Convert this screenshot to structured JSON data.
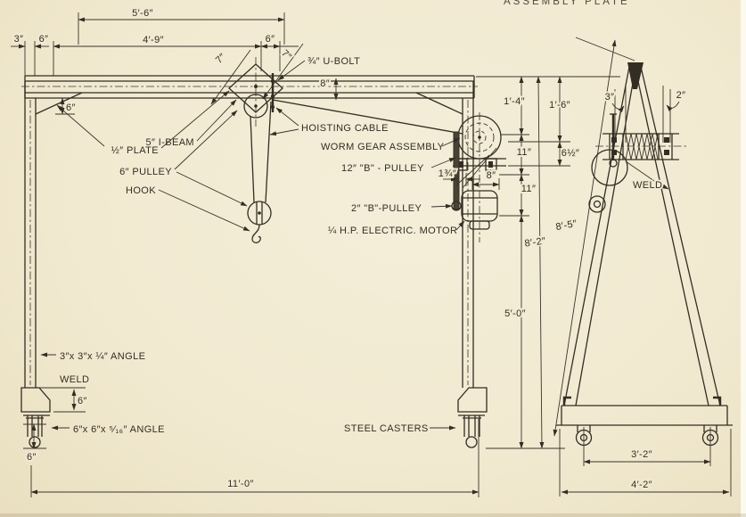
{
  "colors": {
    "paper": "#f1ead1",
    "ink": "#332d24"
  },
  "header": {
    "partial_title": "ASSEMBLY PLATE"
  },
  "front_view": {
    "dim_span": "5′-6″",
    "dim_3": "3″",
    "dim_6a": "6″",
    "dim_4_9": "4′-9″",
    "dim_6b": "6″",
    "dim_7a": "7″",
    "dim_7b": "7″",
    "dim_8a": "8″",
    "dim_gusset": "6″",
    "label_ubolt": "¾″ U-BOLT",
    "label_ibeam": "5″ I-BEAM",
    "label_plate": "½″ PLATE",
    "label_pulley6": "6″ PULLEY",
    "label_hook": "HOOK",
    "label_cable": "HOISTING CABLE",
    "label_worm": "WORM GEAR ASSEMBLY",
    "label_pulley12": "12″ \"B\" - PULLEY",
    "dim_1_34": "1¾″",
    "dim_8b": "8″",
    "label_pulley2": "2″ \"B\"-PULLEY",
    "label_motor": "¼ H.P. ELECTRIC. MOTOR",
    "dim_h1": "1′-4″",
    "dim_h2": "11″",
    "dim_h3": "11″",
    "dim_h4": "5′-0″",
    "dim_total": "8′-2″",
    "label_angle3": "3″x 3″x ¼″ ANGLE",
    "label_weld": "WELD",
    "dim_foot": "6″",
    "label_angle6": "6″x 6″x ⁵⁄₁₆″ ANGLE",
    "dim_caster": "6″",
    "label_casters": "STEEL CASTERS",
    "dim_width": "11′-0″"
  },
  "side_view": {
    "dim_t1": "1′-6″",
    "dim_t2": "6½″",
    "dim_leg": "8′-5″",
    "dim_3": "3″",
    "dim_2": "2″",
    "label_weld": "WELD",
    "dim_casters": "3′-2″",
    "dim_base": "4′-2″"
  }
}
